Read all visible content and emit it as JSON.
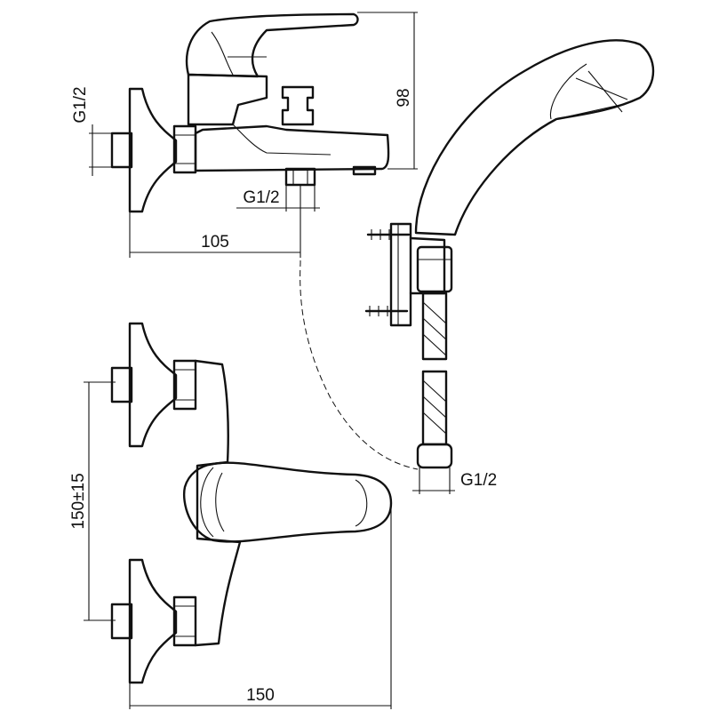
{
  "dimensions": {
    "height_top": "98",
    "inlet_thread_left": "G1/2",
    "outlet_thread_bottom": "G1/2",
    "depth_105": "105",
    "hose_thread": "G1/2",
    "centre_distance": "150±15",
    "width_150": "150"
  },
  "colors": {
    "line": "#111111",
    "background": "#ffffff"
  }
}
